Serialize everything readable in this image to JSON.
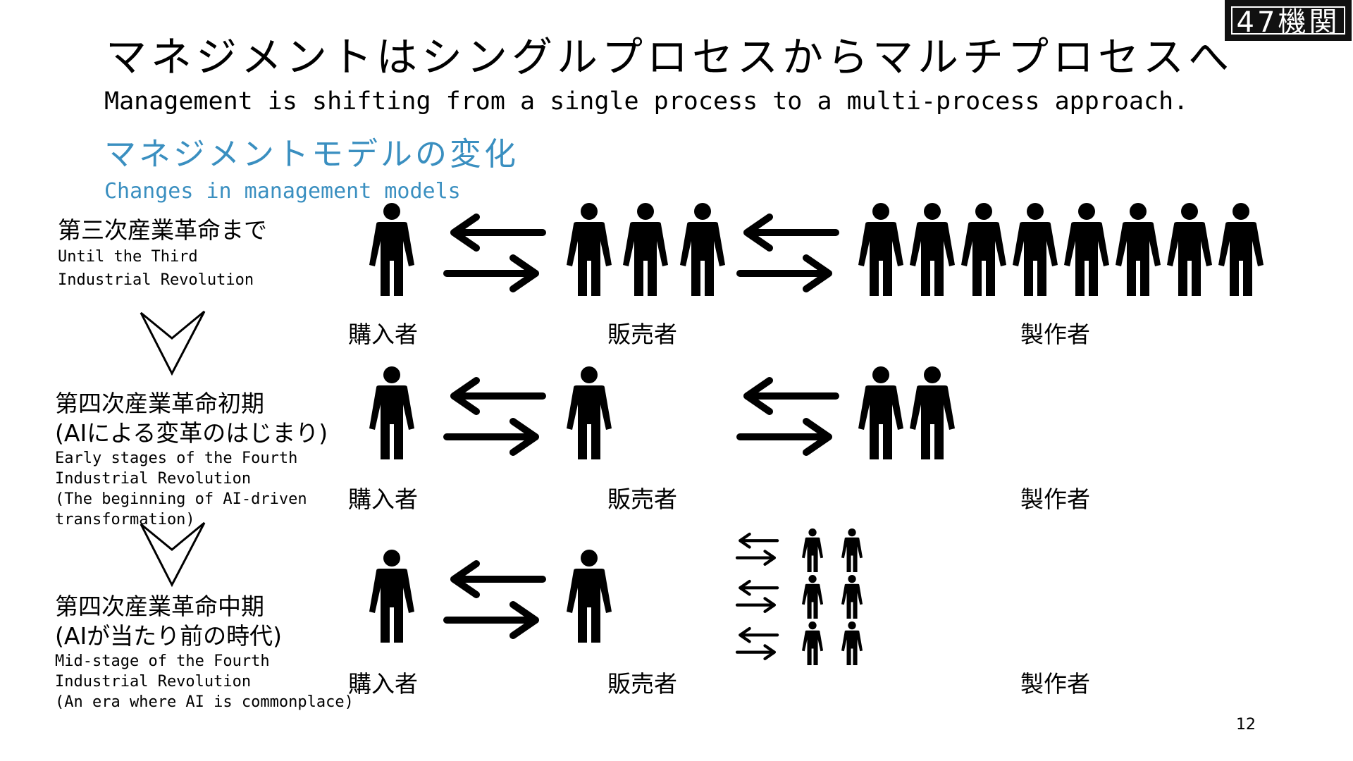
{
  "title": "マネジメントはシングルプロセスからマルチプロセスへ",
  "subtitle": "Management is shifting from a single process to a multi-process approach.",
  "section": {
    "heading_jp": "マネジメントモデルの変化",
    "heading_en": "Changes in management models"
  },
  "logo_text": "47機関",
  "stages": [
    {
      "jp": [
        "第三次産業革命まで"
      ],
      "en": [
        "Until the Third",
        "Industrial Revolution"
      ],
      "roles": [
        "購入者",
        "販売者",
        "製作者"
      ]
    },
    {
      "jp": [
        "第四次産業革命初期",
        "(AIによる変革のはじまり)"
      ],
      "en": [
        "Early stages of the Fourth",
        "Industrial Revolution",
        "(The beginning of AI-driven",
        "transformation)"
      ],
      "roles": [
        "購入者",
        "販売者",
        "製作者"
      ]
    },
    {
      "jp": [
        "第四次産業革命中期",
        "(AIが当たり前の時代)"
      ],
      "en": [
        "Mid-stage of the Fourth",
        " Industrial Revolution",
        "(An era where AI is commonplace)"
      ],
      "roles": [
        "購入者",
        "販売者",
        "製作者"
      ]
    }
  ],
  "people_counts": {
    "stage1": {
      "buyers": 1,
      "sellers": 3,
      "makers": 8
    },
    "stage2": {
      "buyers": 1,
      "sellers": 1,
      "makers": 2
    },
    "stage3": {
      "buyers": 1,
      "sellers": 1,
      "makers": 6
    }
  },
  "page_number": "12",
  "colors": {
    "accent": "#3a8fc0",
    "text": "#000000"
  }
}
